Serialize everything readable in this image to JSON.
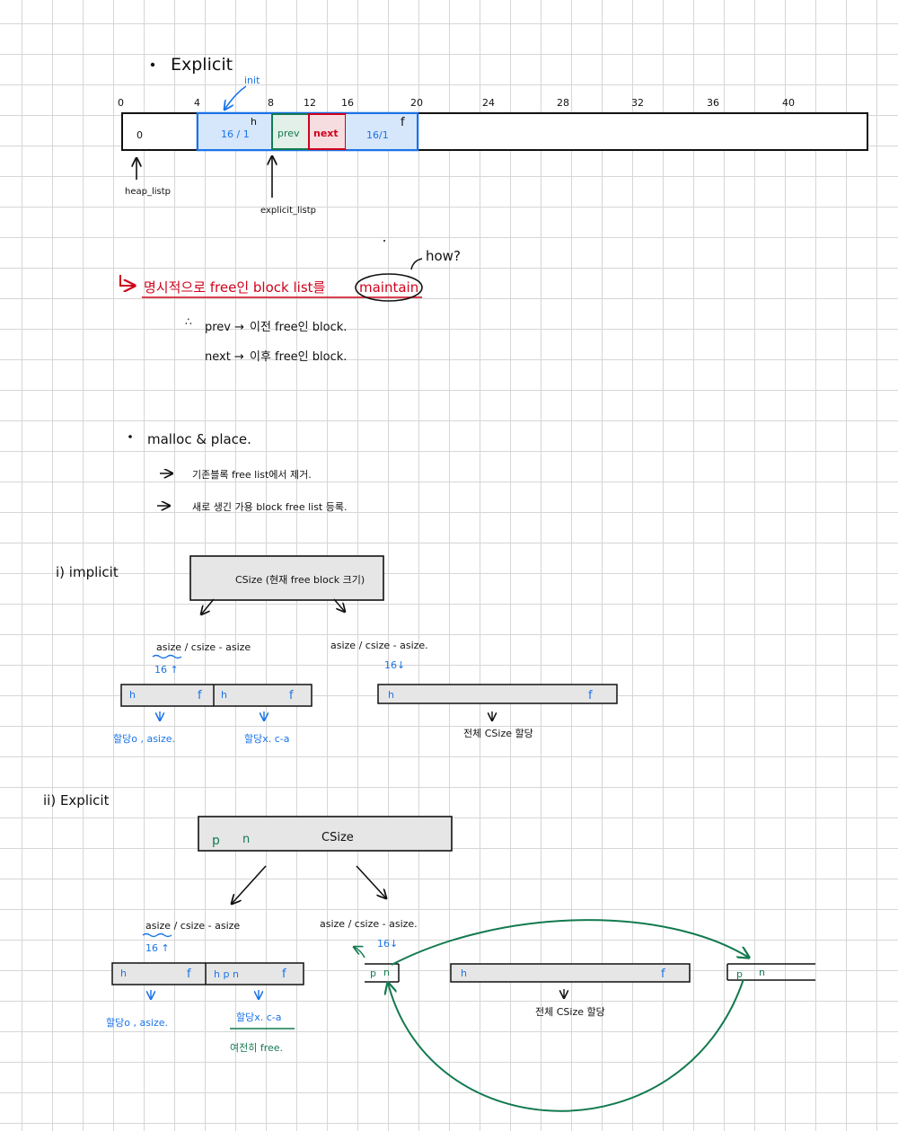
{
  "section_explicit": {
    "title": "Explicit",
    "init_label": "init",
    "ticks": [
      "0",
      "4",
      "8",
      "12",
      "16",
      "20",
      "24",
      "28",
      "32",
      "36",
      "40"
    ],
    "cells": {
      "zero": "0",
      "header": "16 / 1",
      "h_mark": "h",
      "prev": "prev",
      "next": "next",
      "footer": "16/1",
      "f_mark": "f"
    },
    "heap_listp": "heap_listp",
    "explicit_listp": "explicit_listp",
    "note_how": "how?",
    "arrow_line": "명시적으로 free인 block list를",
    "maintain": "maintain",
    "prev_line_a": "prev →",
    "prev_line_b": "이전 free인 block.",
    "next_line_a": "next →",
    "next_line_b": "이후 free인 block.",
    "therefore": "∴",
    "colors": {
      "blue": "#1a73e8",
      "red": "#d0021b",
      "green": "#137a4f",
      "fill": "#e6e6e6",
      "cell_blue": "#d6e6fb",
      "cell_green": "#e3efe9"
    }
  },
  "section_malloc": {
    "title": "malloc & place.",
    "item1": "기존블록 free list에서 제거.",
    "item2": "새로 생긴 가용 block free list 등록."
  },
  "section_implicit": {
    "label": "i) implicit",
    "box_text": "CSize (현재 free block 크기)",
    "left_caption": "asize / csize - asize",
    "left_sub": "16 ↑",
    "right_caption": "asize / csize - asize.",
    "right_sub": "16↓",
    "h": "h",
    "f": "f",
    "left_note_1": "할당o , asize.",
    "left_note_2": "할당x. c-a",
    "right_note": "전체 CSize 할당"
  },
  "section_explicit2": {
    "label": "ii) Explicit",
    "box_p": "p",
    "box_n": "n",
    "box_text": "CSize",
    "left_caption": "asize / csize - asize",
    "left_sub": "16 ↑",
    "right_caption": "asize / csize - asize.",
    "right_sub": "16↓",
    "h": "h",
    "f": "f",
    "hpn": "h p n",
    "p": "p",
    "n": "n",
    "left_note_1": "할당o , asize.",
    "left_note_2": "할당x. c-a",
    "left_note_3": "여전히 free.",
    "right_note": "전체 CSize 할당"
  }
}
